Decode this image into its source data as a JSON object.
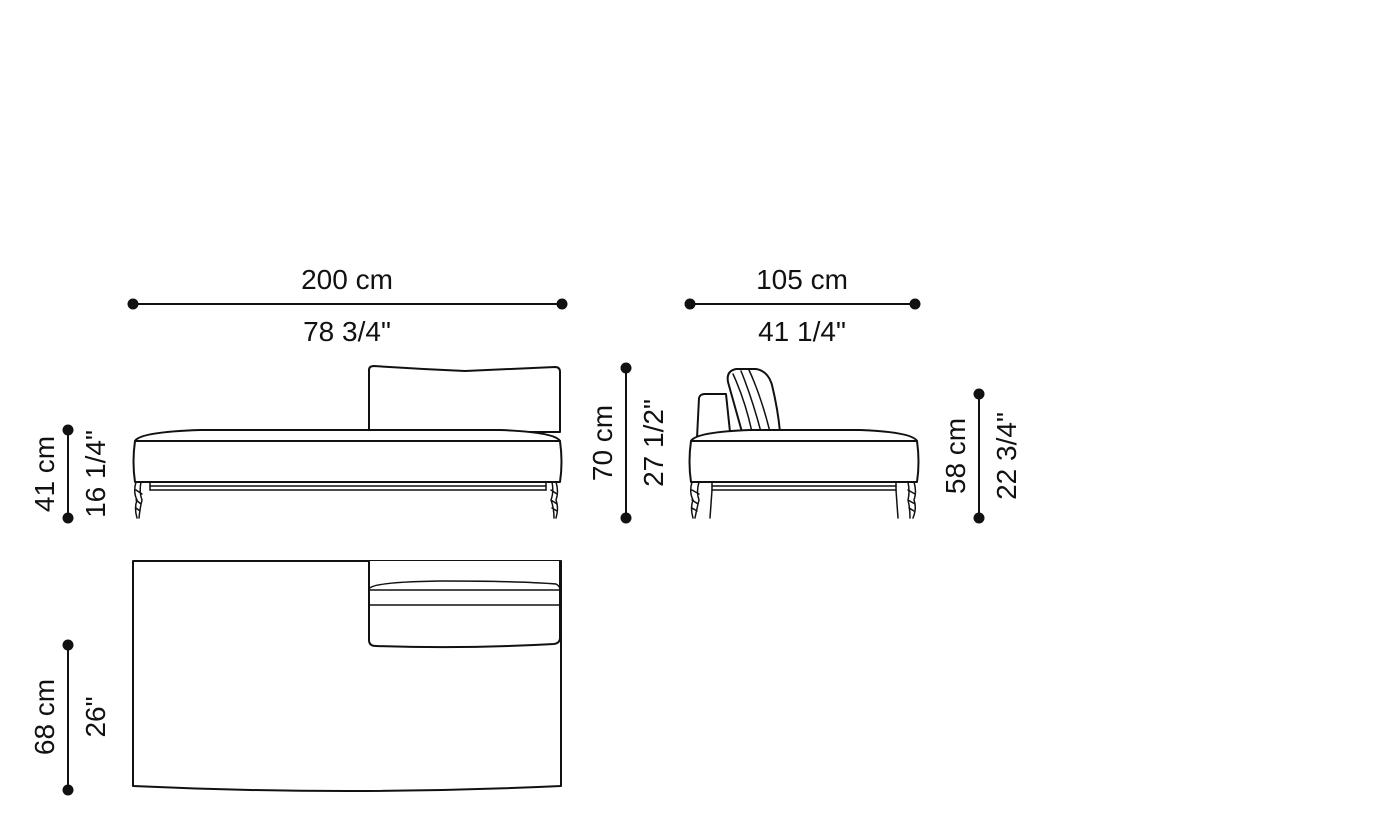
{
  "dimensions": {
    "front_width": {
      "metric": "200 cm",
      "imperial": "78 3/4\""
    },
    "side_depth": {
      "metric": "105 cm",
      "imperial": "41 1/4\""
    },
    "seat_height": {
      "metric": "41 cm",
      "imperial": "16 1/4\""
    },
    "back_height": {
      "metric": "70 cm",
      "imperial": "27 1/2\""
    },
    "side_height": {
      "metric": "58 cm",
      "imperial": "22 3/4\""
    },
    "plan_depth": {
      "metric": "68 cm",
      "imperial": "26\""
    }
  },
  "colors": {
    "line": "#111111",
    "background": "#ffffff"
  }
}
